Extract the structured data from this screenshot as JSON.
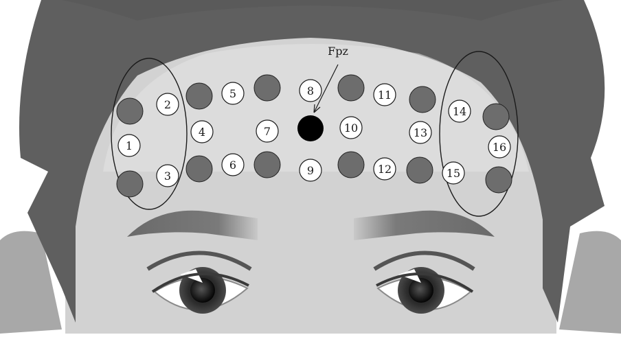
{
  "figure": {
    "reference_label": "Fpz",
    "channel_labels": [
      "1",
      "2",
      "3",
      "4",
      "5",
      "6",
      "7",
      "8",
      "9",
      "10",
      "11",
      "12",
      "13",
      "14",
      "15",
      "16"
    ]
  },
  "colors": {
    "background": "#ffffff",
    "hair": "#5f5f5f",
    "skin": "#d2d2d2",
    "forehead_highlight": "#e3e3e3",
    "ear": "#a8a8a8",
    "brow": "#707070",
    "optode_gray": "#6d6d6d",
    "reference_dot": "#000000",
    "channel_fill": "#ffffff",
    "outline": "#1a1a1a"
  },
  "legend_semantics": {
    "gray_circles": "optode",
    "white_numbered_circles": "channel",
    "black_dot": "reference"
  }
}
